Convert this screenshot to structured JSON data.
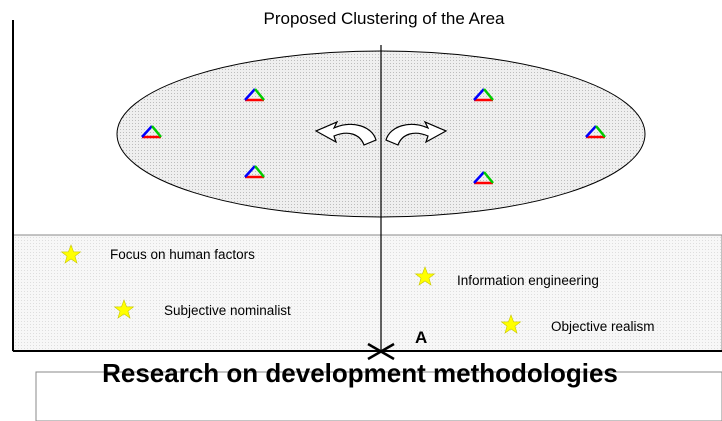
{
  "title": "Proposed Clustering of the Area",
  "bottom_title": "Research on development methodologies",
  "point_label": "A",
  "region_labels": {
    "focus_human_factors": "Focus on human factors",
    "subjective_nominalist": "Subjective nominalist",
    "information_engineering": "Information engineering",
    "objective_realism": "Objective realism"
  },
  "colors": {
    "axis": "#000000",
    "ellipse_fill": "#e8e8e8",
    "band_fill": "#f4f4f4",
    "star": "#ffff00",
    "triangle_blue": "#0000ff",
    "triangle_green": "#00cc00",
    "triangle_red": "#ff0000"
  },
  "icons": {
    "star": "star-icon",
    "triangle": "tricolor-triangle-icon",
    "curved_arrow": "curved-arrow-icon",
    "cross": "x-mark-icon"
  }
}
